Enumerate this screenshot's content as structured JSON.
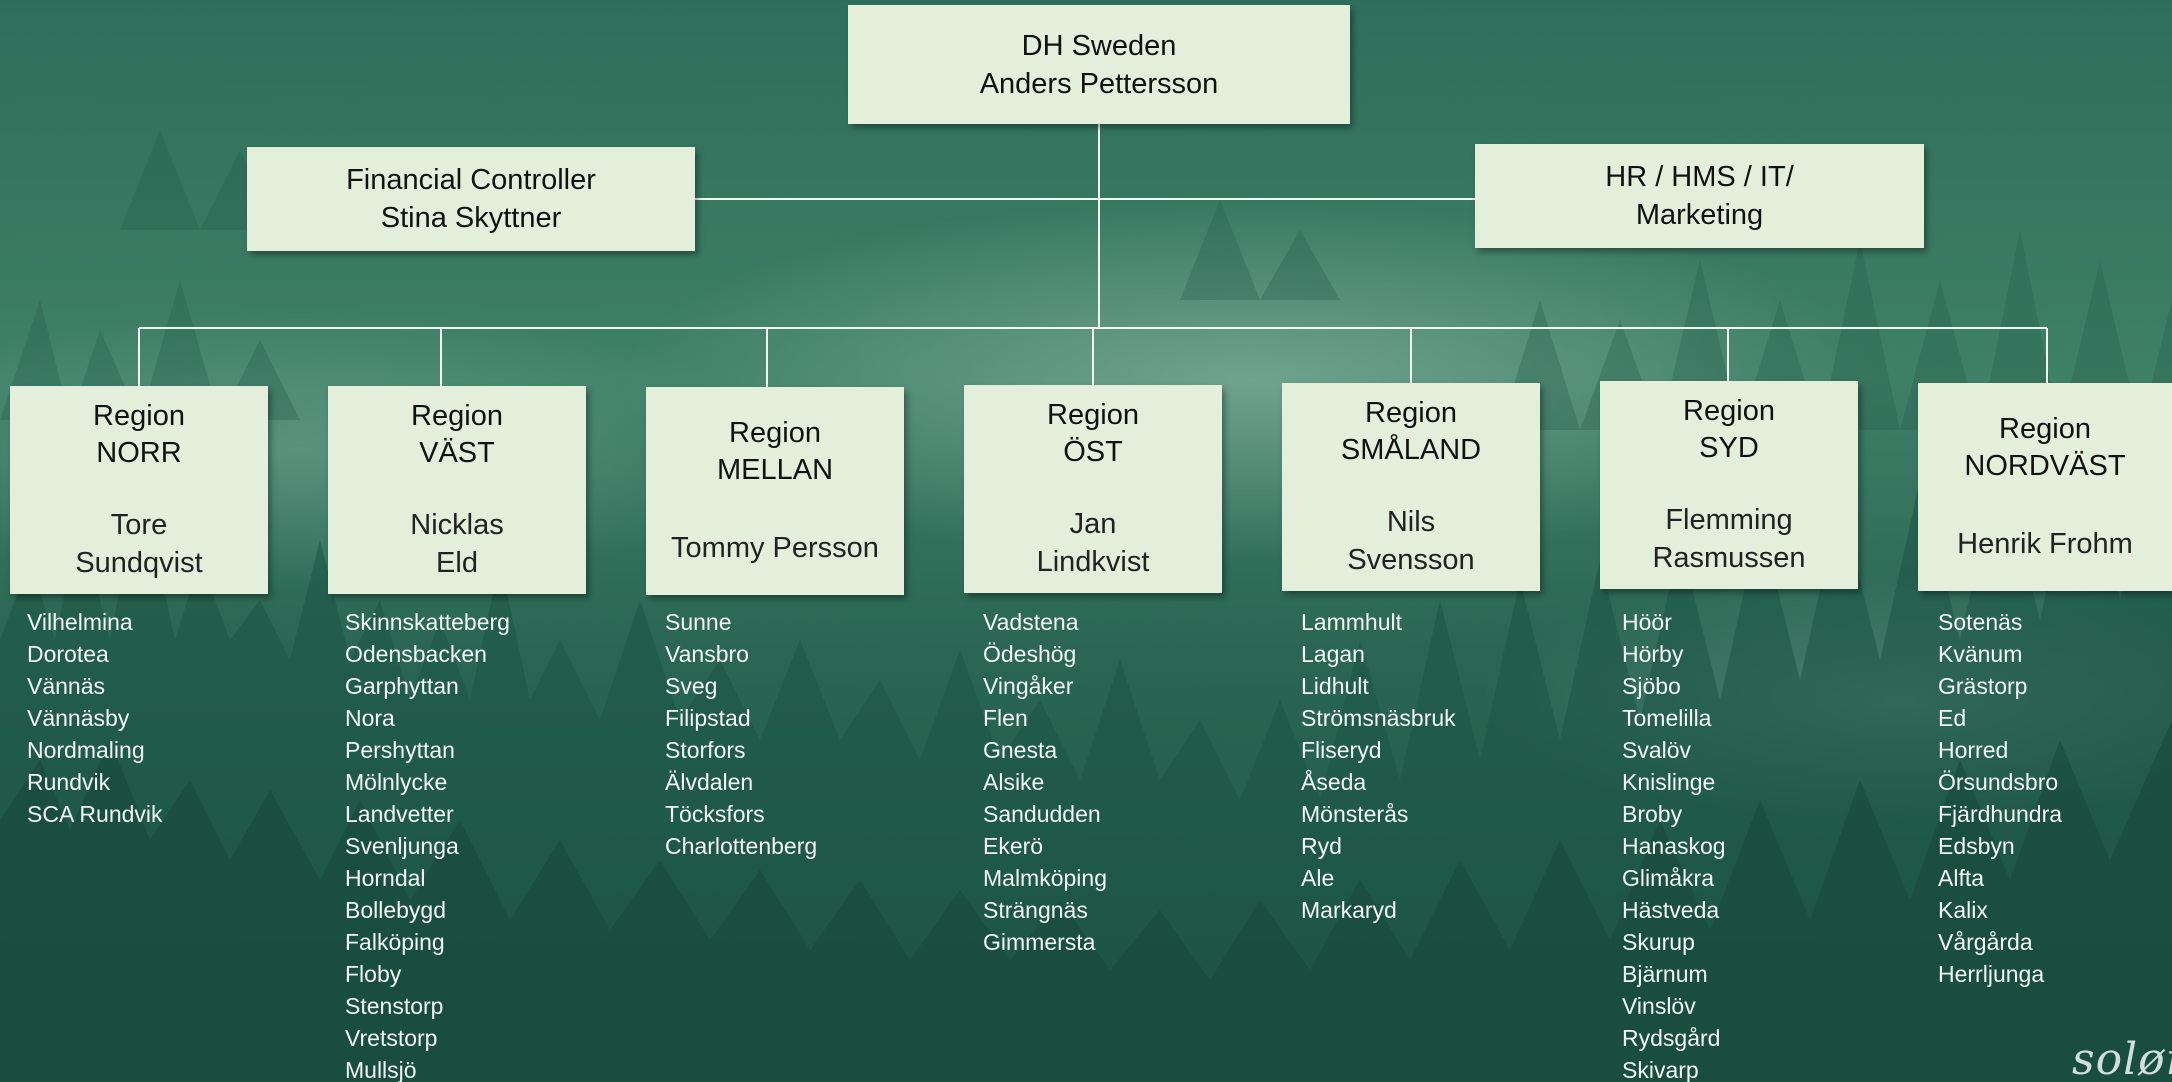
{
  "top": {
    "company": "DH Sweden",
    "manager": "Anders Pettersson"
  },
  "finance": {
    "title": "Financial Controller",
    "name": "Stina Skyttner"
  },
  "hr": {
    "line1": "HR / HMS / IT/",
    "line2": "Marketing"
  },
  "region_label": "Region",
  "regions": [
    {
      "name": "NORR",
      "manager": "Tore\nSundqvist",
      "towns": [
        "Vilhelmina",
        "Dorotea",
        "Vännäs",
        "Vännäsby",
        "Nordmaling",
        "Rundvik",
        "SCA Rundvik"
      ]
    },
    {
      "name": "VÄST",
      "manager": "Nicklas\nEld",
      "towns": [
        "Skinnskatteberg",
        "Odensbacken",
        "Garphyttan",
        "Nora",
        "Pershyttan",
        "Mölnlycke",
        "Landvetter",
        "Svenljunga",
        "Horndal",
        "Bollebygd",
        "Falköping",
        "Floby",
        "Stenstorp",
        "Vretstorp",
        "Mullsjö"
      ]
    },
    {
      "name": "MELLAN",
      "manager": "Tommy Persson",
      "towns": [
        "Sunne",
        "Vansbro",
        "Sveg",
        "Filipstad",
        "Storfors",
        "Älvdalen",
        "Töcksfors",
        "Charlottenberg"
      ]
    },
    {
      "name": "ÖST",
      "manager": "Jan\nLindkvist",
      "towns": [
        "Vadstena",
        "Ödeshög",
        "Vingåker",
        "Flen",
        "Gnesta",
        "Alsike",
        "Sandudden",
        "Ekerö",
        "Malmköping",
        "Strängnäs",
        "Gimmersta"
      ]
    },
    {
      "name": "SMÅLAND",
      "manager": "Nils\nSvensson",
      "towns": [
        "Lammhult",
        "Lagan",
        "Lidhult",
        "Strömsnäsbruk",
        "Fliseryd",
        "Åseda",
        "Mönsterås",
        "Ryd",
        "Ale",
        "Markaryd"
      ]
    },
    {
      "name": "SYD",
      "manager": "Flemming\nRasmussen",
      "towns": [
        "Höör",
        "Hörby",
        "Sjöbo",
        "Tomelilla",
        "Svalöv",
        "Knislinge",
        "Broby",
        "Hanaskog",
        "Glimåkra",
        "Hästveda",
        "Skurup",
        "Bjärnum",
        "Vinslöv",
        "Rydsgård",
        "Skivarp"
      ]
    },
    {
      "name": "NORDVÄST",
      "manager": "Henrik Frohm",
      "towns": [
        "Sotenäs",
        "Kvänum",
        "Grästorp",
        "Ed",
        "Horred",
        "Örsundsbro",
        "Fjärdhundra",
        "Edsbyn",
        "Alfta",
        "Kalix",
        "Vårgårda",
        "Herrljunga"
      ]
    }
  ],
  "logo": "solør"
}
